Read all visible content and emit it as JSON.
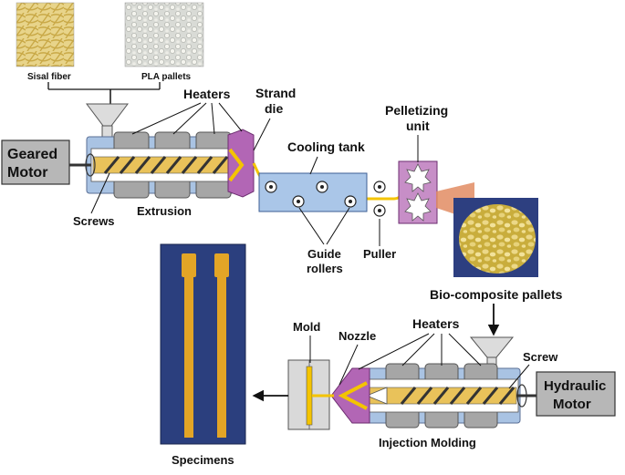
{
  "inputs": {
    "sisal_label": "Sisal fiber",
    "pla_label": "PLA pallets"
  },
  "extrusion": {
    "heaters_label": "Heaters",
    "strand_die_label_line1": "Strand",
    "strand_die_label_line2": "die",
    "motor_label_line1": "Geared",
    "motor_label_line2": "Motor",
    "screws_label": "Screws",
    "extrusion_label": "Extrusion",
    "cooling_tank_label": "Cooling tank",
    "guide_rollers_line1": "Guide",
    "guide_rollers_line2": "rollers",
    "puller_label": "Puller",
    "pelletizing_line1": "Pelletizing",
    "pelletizing_line2": "unit"
  },
  "injection": {
    "biocomposite_label": "Bio-composite pallets",
    "mold_label": "Mold",
    "nozzle_label": "Nozzle",
    "heaters_label": "Heaters",
    "screw_label": "Screw",
    "motor_label_line1": "Hydraulic",
    "motor_label_line2": "Motor",
    "injection_molding_label": "Injection Molding",
    "specimens_label": "Specimens"
  },
  "colors": {
    "barrel_blue": "#a9c3e3",
    "heater_gray": "#a6a6a6",
    "die_purple": "#b266b5",
    "strand_yellow": "#f4c400",
    "tank_blue": "#aac6e8",
    "motor_gray": "#b7b7b7",
    "specimen_bg": "#2b3f7e",
    "specimen_orange": "#e3a526",
    "pellet_yellow": "#ddc460"
  }
}
